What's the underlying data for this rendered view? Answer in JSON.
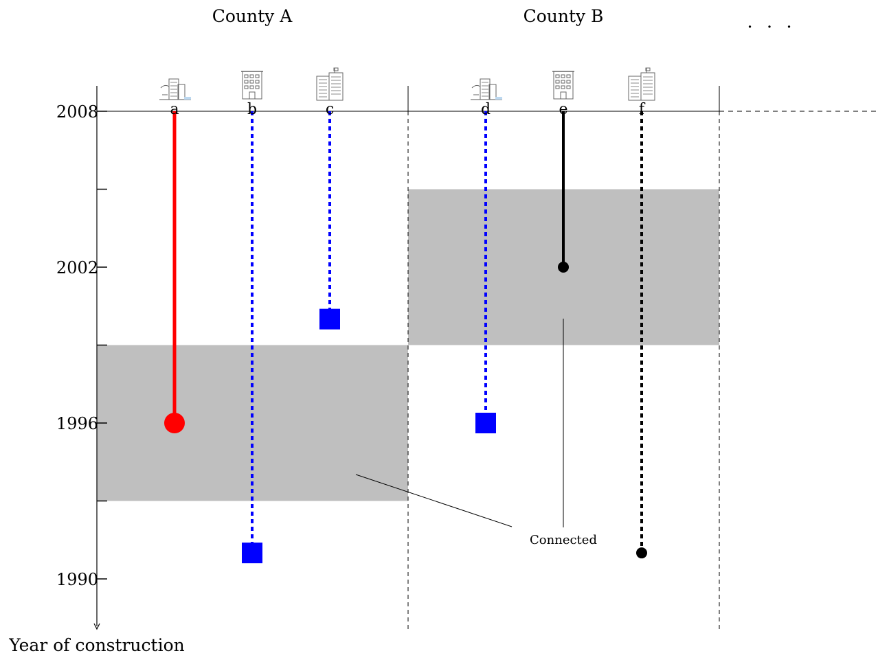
{
  "counties": [
    {
      "name": "County A",
      "band": [
        1993,
        1999
      ]
    },
    {
      "name": "County B",
      "band": [
        1999,
        2005
      ]
    }
  ],
  "more_counties": ". . .",
  "axis": {
    "title": "Year of construction",
    "range": [
      2008,
      1988
    ],
    "tick_years": [
      2008,
      2005,
      2002,
      1999,
      1996,
      1993,
      1990
    ],
    "labels": [
      {
        "year": 2008,
        "text": "2008"
      },
      {
        "year": 2002,
        "text": "2002"
      },
      {
        "year": 1996,
        "text": "1996"
      },
      {
        "year": 1990,
        "text": "1990"
      }
    ]
  },
  "buildings": [
    {
      "id": "a",
      "county": 0,
      "slot": 0,
      "icon": "factory-icon",
      "end_year": 1996,
      "line": "solid",
      "color": "#ff0000",
      "marker": "circle-large"
    },
    {
      "id": "b",
      "county": 0,
      "slot": 1,
      "icon": "apartment-icon",
      "end_year": 1991,
      "line": "dotted",
      "color": "#0000ff",
      "marker": "square"
    },
    {
      "id": "c",
      "county": 0,
      "slot": 2,
      "icon": "office-tower-icon",
      "end_year": 2000,
      "line": "dotted",
      "color": "#0000ff",
      "marker": "square"
    },
    {
      "id": "d",
      "county": 1,
      "slot": 0,
      "icon": "factory-icon",
      "end_year": 1996,
      "line": "dotted",
      "color": "#0000ff",
      "marker": "square"
    },
    {
      "id": "e",
      "county": 1,
      "slot": 1,
      "icon": "apartment-icon",
      "end_year": 2002,
      "line": "solid",
      "color": "#000000",
      "marker": "circle-small"
    },
    {
      "id": "f",
      "county": 1,
      "slot": 2,
      "icon": "office-tower-icon",
      "end_year": 1991,
      "line": "dotted",
      "color": "#000000",
      "marker": "circle-small"
    }
  ],
  "colors": {
    "band": "#bfbfbf"
  },
  "annotation": {
    "text": "Connected"
  }
}
